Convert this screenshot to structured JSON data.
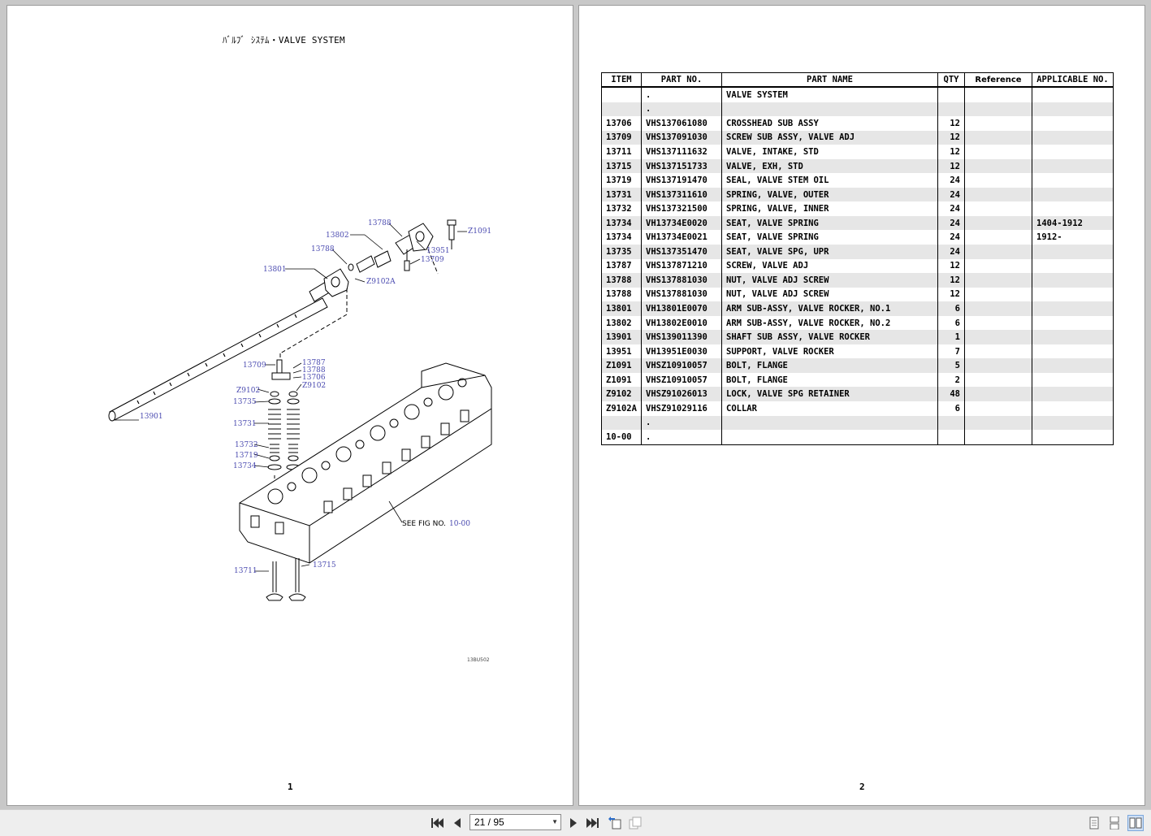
{
  "document": {
    "left_page": {
      "title": "ﾊﾞﾙﾌﾞ ｼｽﾃﾑ・VALVE SYSTEM",
      "page_number": "1",
      "figure_code": "13BU502",
      "diagram_labels": {
        "13788_top": "13788",
        "13802": "13802",
        "Z1091": "Z1091",
        "13951": "13951",
        "13788_mid": "13788",
        "13709_top": "13709",
        "13801": "13801",
        "Z9102A": "Z9102A",
        "13709_low": "13709",
        "13787": "13787",
        "13788_low": "13788",
        "13706": "13706",
        "Z9102_right": "Z9102",
        "Z9102_left": "Z9102",
        "13735": "13735",
        "13901": "13901",
        "13731": "13731",
        "13732": "13732",
        "13719": "13719",
        "13734": "13734",
        "see_fig": "SEE FIG NO.",
        "see_fig_no": "10-00",
        "13711": "13711",
        "13715": "13715"
      }
    },
    "right_page": {
      "page_number": "2",
      "table": {
        "headers": [
          "ITEM",
          "PART NO.",
          "PART NAME",
          "QTY",
          "Reference",
          "APPLICABLE NO."
        ],
        "rows": [
          [
            "",
            ".",
            "VALVE SYSTEM",
            "",
            "",
            ""
          ],
          [
            "",
            ".",
            "",
            "",
            "",
            ""
          ],
          [
            "13706",
            "VHS137061080",
            "CROSSHEAD SUB ASSY",
            "12",
            "",
            ""
          ],
          [
            "13709",
            "VHS137091030",
            "SCREW SUB ASSY, VALVE ADJ",
            "12",
            "",
            ""
          ],
          [
            "13711",
            "VHS137111632",
            "VALVE, INTAKE, STD",
            "12",
            "",
            ""
          ],
          [
            "13715",
            "VHS137151733",
            "VALVE, EXH, STD",
            "12",
            "",
            ""
          ],
          [
            "13719",
            "VHS137191470",
            "SEAL, VALVE STEM OIL",
            "24",
            "",
            ""
          ],
          [
            "13731",
            "VHS137311610",
            "SPRING, VALVE, OUTER",
            "24",
            "",
            ""
          ],
          [
            "13732",
            "VHS137321500",
            "SPRING, VALVE, INNER",
            "24",
            "",
            ""
          ],
          [
            "13734",
            "VH13734E0020",
            "SEAT, VALVE SPRING",
            "24",
            "",
            "1404-1912"
          ],
          [
            "13734",
            "VH13734E0021",
            "SEAT, VALVE SPRING",
            "24",
            "",
            "1912-"
          ],
          [
            "13735",
            "VHS137351470",
            "SEAT, VALVE SPG, UPR",
            "24",
            "",
            ""
          ],
          [
            "13787",
            "VHS137871210",
            "SCREW, VALVE ADJ",
            "12",
            "",
            ""
          ],
          [
            "13788",
            "VHS137881030",
            "NUT, VALVE ADJ SCREW",
            "12",
            "",
            ""
          ],
          [
            "13788",
            "VHS137881030",
            "NUT, VALVE ADJ SCREW",
            "12",
            "",
            ""
          ],
          [
            "13801",
            "VH13801E0070",
            "ARM SUB-ASSY, VALVE ROCKER, NO.1",
            "6",
            "",
            ""
          ],
          [
            "13802",
            "VH13802E0010",
            "ARM SUB-ASSY, VALVE ROCKER, NO.2",
            "6",
            "",
            ""
          ],
          [
            "13901",
            "VHS139011390",
            "SHAFT SUB ASSY, VALVE ROCKER",
            "1",
            "",
            ""
          ],
          [
            "13951",
            "VH13951E0030",
            "SUPPORT, VALVE ROCKER",
            "7",
            "",
            ""
          ],
          [
            "Z1091",
            "VHSZ10910057",
            "BOLT, FLANGE",
            "5",
            "",
            ""
          ],
          [
            "Z1091",
            "VHSZ10910057",
            "BOLT, FLANGE",
            "2",
            "",
            ""
          ],
          [
            "Z9102",
            "VHSZ91026013",
            "LOCK, VALVE SPG RETAINER",
            "48",
            "",
            ""
          ],
          [
            "Z9102A",
            "VHSZ91029116",
            "COLLAR",
            "6",
            "",
            ""
          ],
          [
            "",
            ".",
            "",
            "",
            "",
            ""
          ],
          [
            "10-00",
            ".",
            "",
            "",
            "",
            ""
          ]
        ]
      }
    }
  },
  "toolbar": {
    "page_indicator": "21 / 95",
    "icons": [
      "first-page-icon",
      "prev-page-icon",
      "next-page-icon",
      "last-page-icon",
      "previous-view-icon",
      "next-view-icon",
      "single-page-view-icon",
      "continuous-view-icon",
      "facing-view-icon"
    ]
  }
}
